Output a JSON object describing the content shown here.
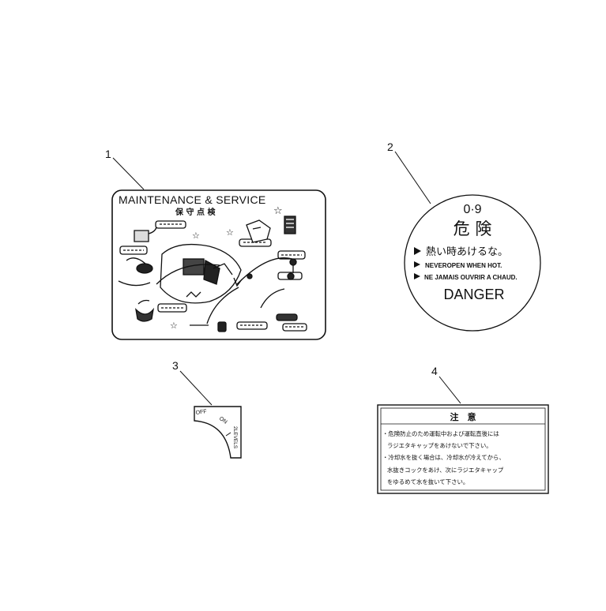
{
  "callouts": {
    "c1": "1",
    "c2": "2",
    "c3": "3",
    "c4": "4"
  },
  "label1": {
    "title": "MAINTENANCE & SERVICE",
    "subtitle": "保 守 点 検",
    "star": "☆"
  },
  "label2": {
    "code": "0·9",
    "kanji": "危 険",
    "line_jp": "熱い時あけるな。",
    "line_en": "NEVEROPEN WHEN HOT.",
    "line_fr": "NE JAMAIS OUVRIR A CHAUD.",
    "danger": "DANGER"
  },
  "label3": {
    "off": "OFF",
    "on": "ON",
    "levels": "2LEVELS"
  },
  "label4": {
    "header": "注　意",
    "line1": "・危険防止のため運転中および運転直後には",
    "line2": "ラジエタキャップをあけないで下さい。",
    "line3": "・冷却水を抜く場合は、冷却水が冷えてから、",
    "line4": "水抜きコックをあけ、次にラジエタキャップ",
    "line5": "をゆるめて水を抜いて下さい。"
  },
  "colors": {
    "ink": "#111111",
    "paper": "#ffffff"
  }
}
